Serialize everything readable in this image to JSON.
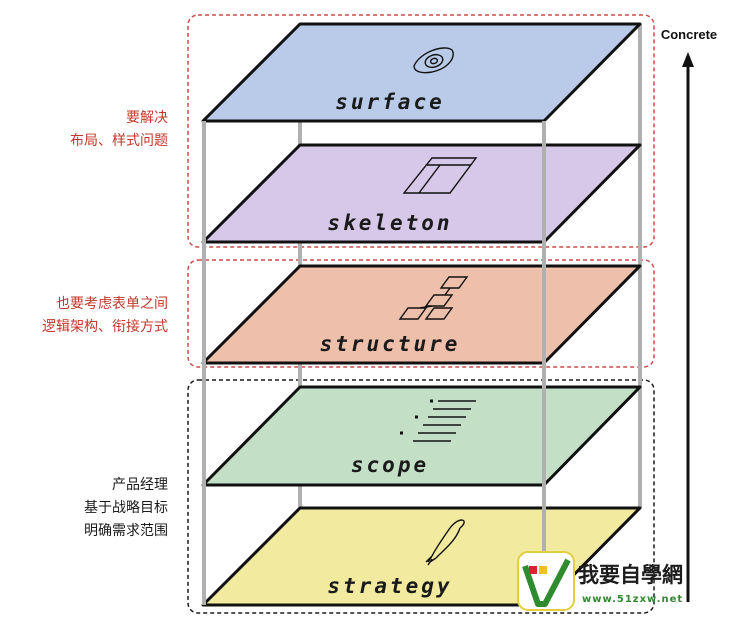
{
  "layers": {
    "surface": "surface",
    "skeleton": "skeleton",
    "structure": "structure",
    "scope": "scope",
    "strategy": "strategy"
  },
  "colors": {
    "surface": "#b9cbe8",
    "skeleton": "#d6c8e8",
    "structure": "#eec0ab",
    "scope": "#c3dfc6",
    "strategy": "#f2ea9e",
    "red_dash": "#cf4a4a",
    "dark_dash": "#1a1a1a",
    "pillar": "#b0b0b0"
  },
  "axis": {
    "label": "Concrete"
  },
  "annotations": {
    "group1": {
      "line1": "要解决",
      "line2": "布局、样式问题"
    },
    "group2": {
      "line1": "也要考虑表单之间",
      "line2": "逻辑架构、衔接方式"
    },
    "group3": {
      "line1": "产品经理",
      "line2": "基于战略目标",
      "line3": "明确需求范围"
    }
  },
  "watermark": {
    "text": "我要自學網",
    "url": "www.51zxw.net"
  }
}
